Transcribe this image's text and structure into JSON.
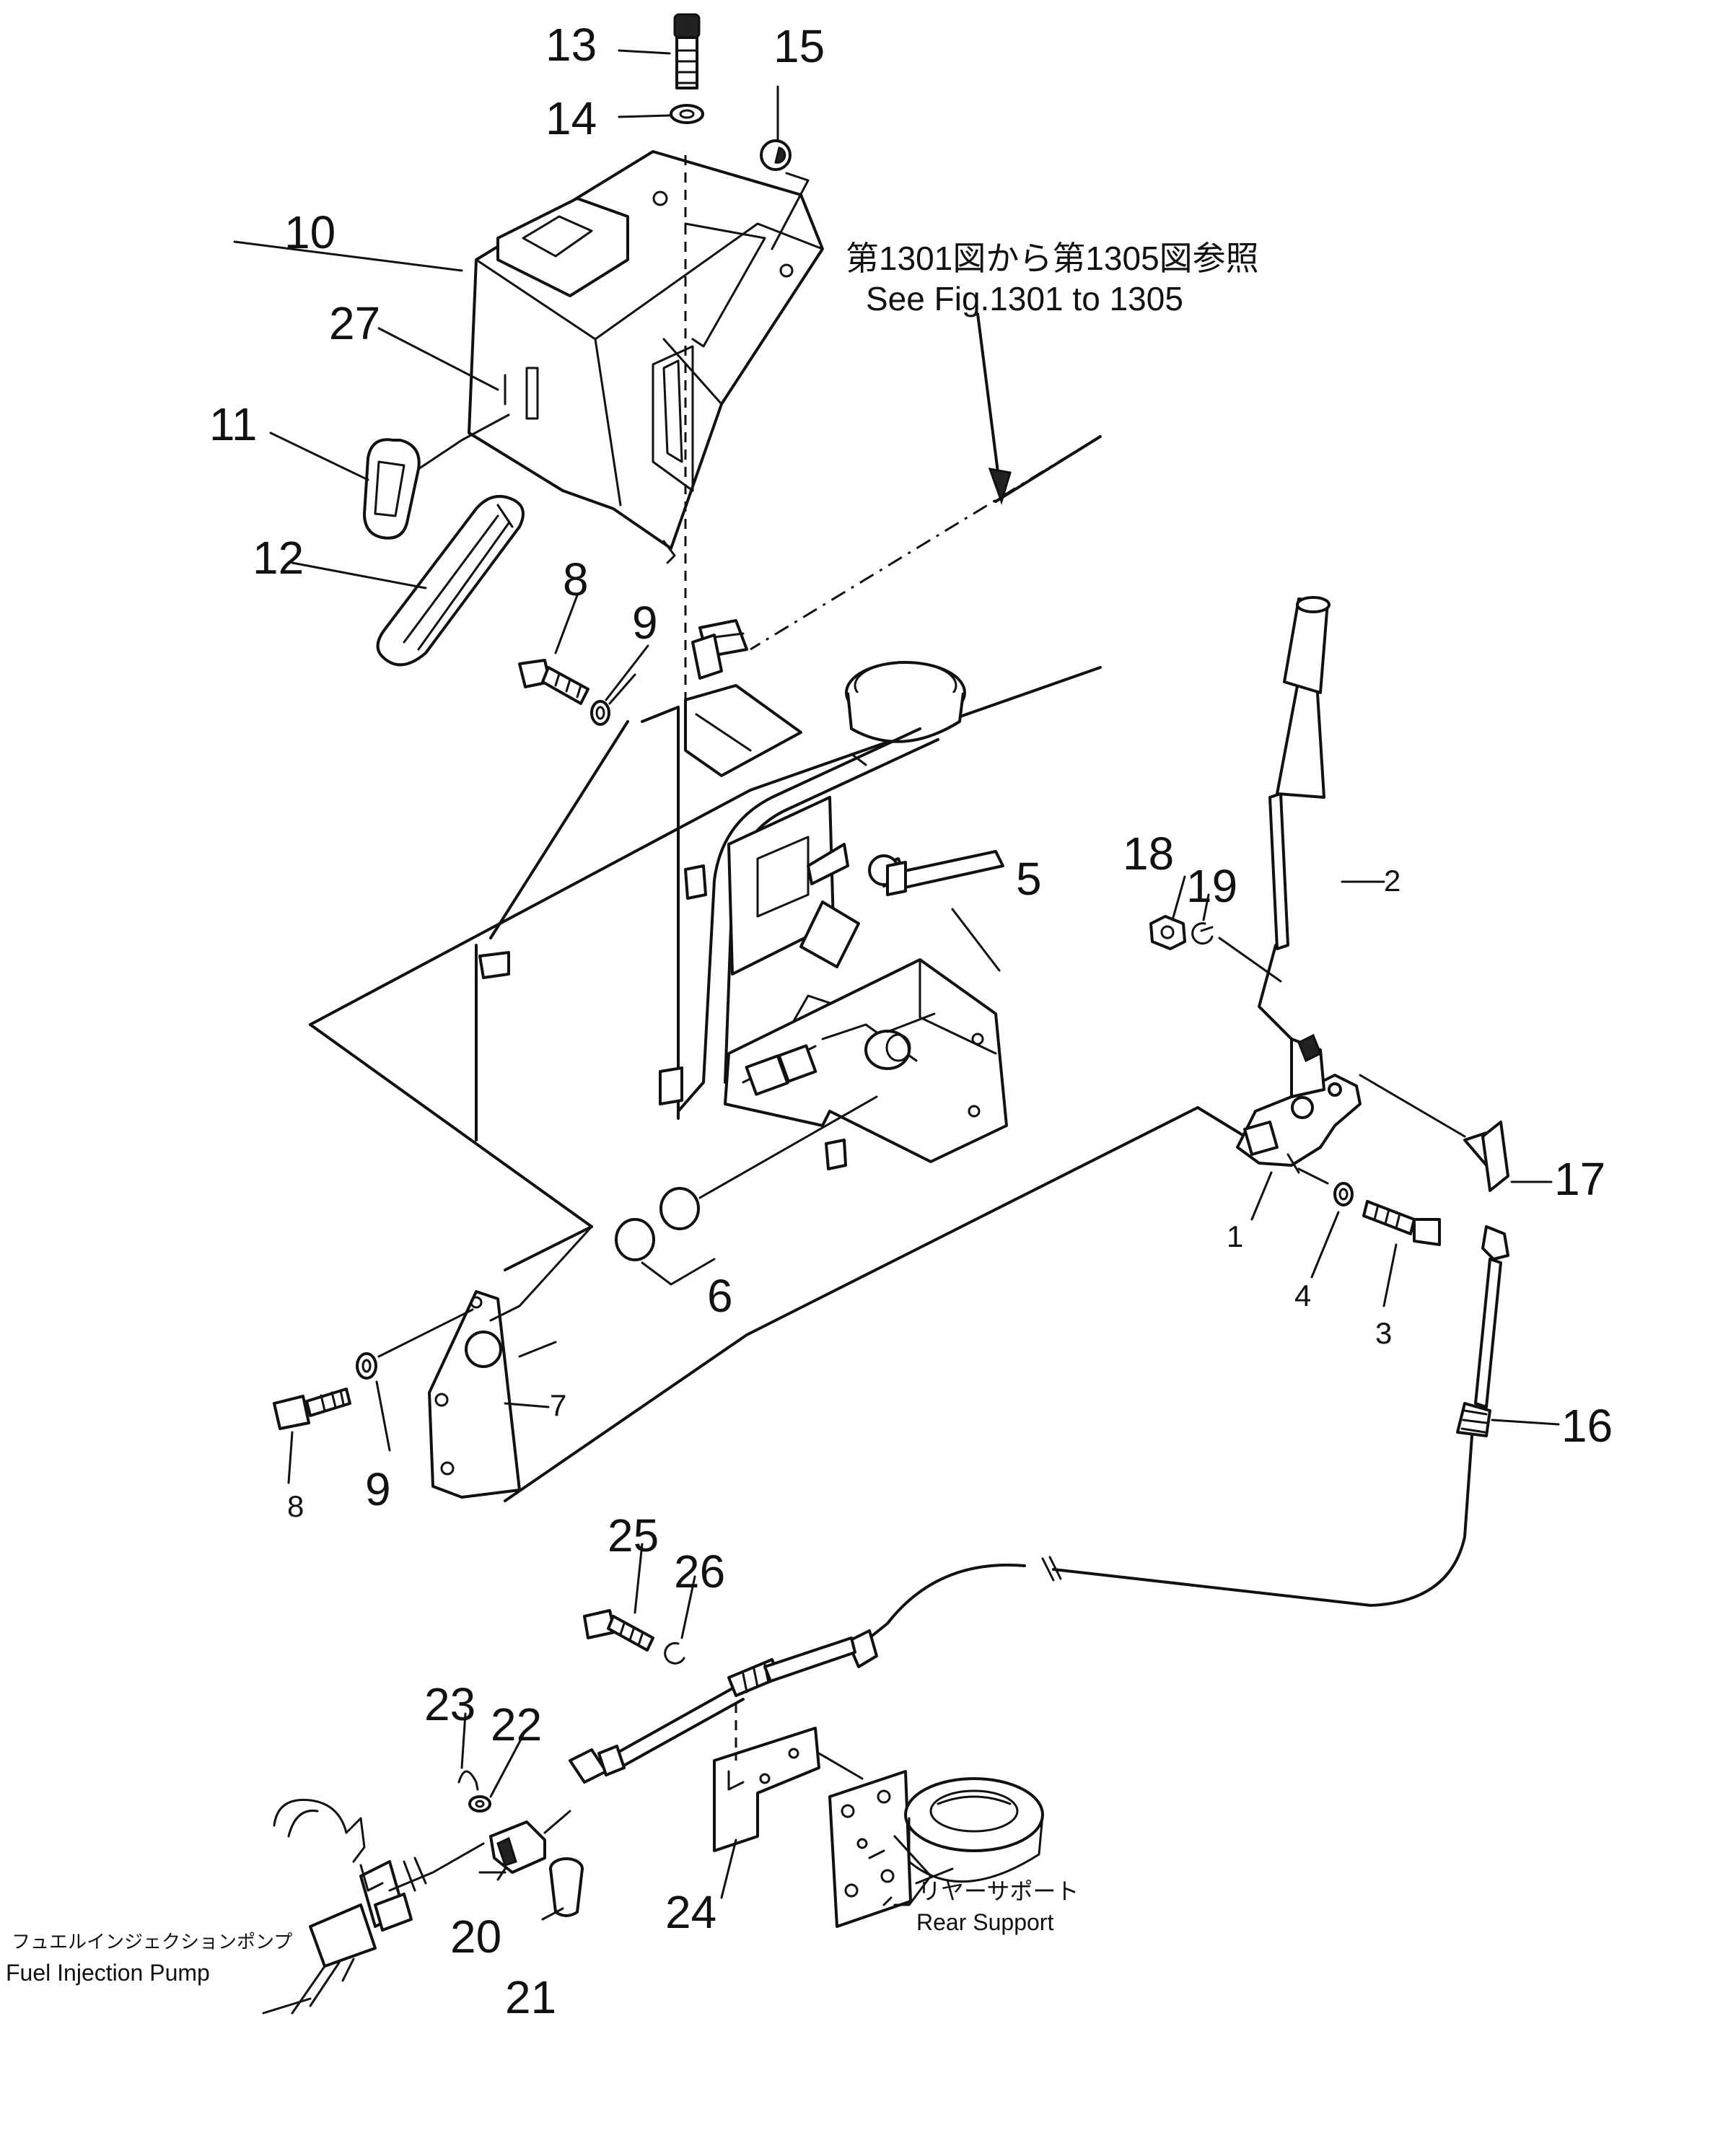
{
  "parts": {
    "p1": "1",
    "p2": "2",
    "p3": "3",
    "p4": "4",
    "p5": "5",
    "p6": "6",
    "p7": "7",
    "p8a": "8",
    "p8b": "8",
    "p9a": "9",
    "p9b": "9",
    "p10": "10",
    "p11": "11",
    "p12": "12",
    "p13": "13",
    "p14": "14",
    "p15": "15",
    "p16": "16",
    "p17": "17",
    "p18": "18",
    "p19": "19",
    "p20": "20",
    "p21": "21",
    "p22": "22",
    "p23": "23",
    "p24": "24",
    "p25": "25",
    "p26": "26",
    "p27": "27"
  },
  "notes": {
    "ref_jp": "第1301図から第1305図参照",
    "ref_en": "See Fig.1301 to 1305",
    "rear_jp": "リヤーサポート",
    "rear_en": "Rear Support",
    "pump_jp": "フュエルインジェクションポンプ",
    "pump_en": "Fuel Injection Pump"
  }
}
